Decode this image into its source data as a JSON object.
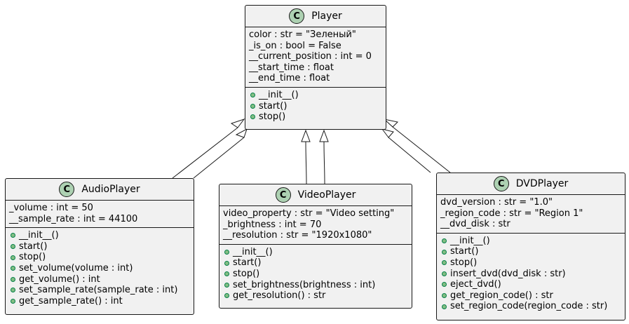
{
  "colors": {
    "class_bg": "#f1f1f1",
    "border": "#181818",
    "badge": "#add1b2",
    "method_dot": "#84be84"
  },
  "badge_letter": "C",
  "classes": {
    "player": {
      "name": "Player",
      "fields": [
        "color : str = \"Зеленый\"",
        "_is_on : bool = False",
        "__current_position : int = 0",
        "__start_time : float",
        "__end_time : float"
      ],
      "methods": [
        "__init__()",
        "start()",
        "stop()"
      ]
    },
    "audio": {
      "name": "AudioPlayer",
      "fields": [
        "_volume : int = 50",
        "__sample_rate : int = 44100"
      ],
      "methods": [
        "__init__()",
        "start()",
        "stop()",
        "set_volume(volume : int)",
        "get_volume() : int",
        "set_sample_rate(sample_rate : int)",
        "get_sample_rate() : int"
      ]
    },
    "video": {
      "name": "VideoPlayer",
      "fields": [
        "video_property : str = \"Video setting\"",
        "_brightness : int = 70",
        "__resolution : str = \"1920x1080\""
      ],
      "methods": [
        "__init__()",
        "start()",
        "stop()",
        "set_brightness(brightness : int)",
        "get_resolution() : str"
      ]
    },
    "dvd": {
      "name": "DVDPlayer",
      "fields": [
        "dvd_version : str = \"1.0\"",
        "_region_code : str = \"Region 1\"",
        "__dvd_disk : str"
      ],
      "methods": [
        "__init__()",
        "start()",
        "stop()",
        "insert_dvd(dvd_disk : str)",
        "eject_dvd()",
        "get_region_code() : str",
        "set_region_code(region_code : str)"
      ]
    }
  }
}
